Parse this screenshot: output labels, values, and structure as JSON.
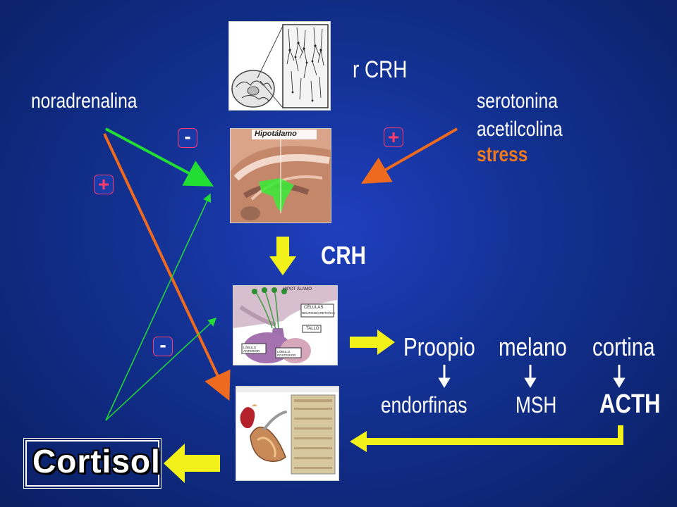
{
  "labels": {
    "r_crh": "r CRH",
    "noradrenalina": "noradrenalina",
    "serotonina": "serotonina",
    "acetilcolina": "acetilcolina",
    "stress": "stress",
    "crh": "CRH",
    "proopio": "Proopio",
    "melano": "melano",
    "cortina": "cortina",
    "endorfinas": "endorfinas",
    "msh": "MSH",
    "acth": "ACTH",
    "cortisol": "Cortisol",
    "hipotalamo": "Hipotálamo"
  },
  "pituitary_labels": {
    "hipotalamo": "HIPOT ÁLAMO",
    "celulas": "CÉLULAS",
    "neurosecretoras": "NEUROSECRETORAS",
    "tallo": "TALLO",
    "lobulo_anterior": "LÓBULO ANTERIOR",
    "lobulo_posterior": "LÓBULO POSTERIOR"
  },
  "signs": {
    "minus_top": "-",
    "plus_top_right": "+",
    "plus_left": "+",
    "minus_bottom": "-"
  },
  "colors": {
    "background": "#12308f",
    "green_arrow": "#22dd33",
    "orange_arrow": "#ee6a1e",
    "yellow_arrow": "#f2f21a",
    "stress_text": "#f07a1a",
    "sign_color": "#ff3b6b"
  }
}
